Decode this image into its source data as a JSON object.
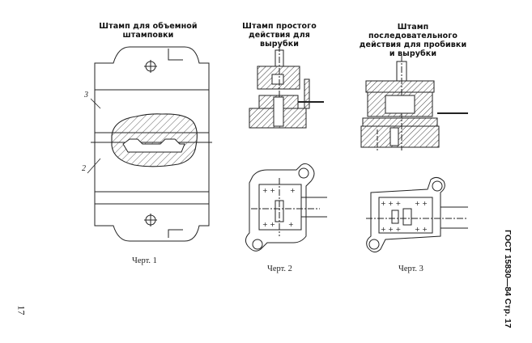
{
  "figures": [
    {
      "title": "Штамп для объемной штамповки",
      "caption": "Черт. 1",
      "callouts": [
        "3",
        "2"
      ]
    },
    {
      "title": "Штамп простого действия для вырубки",
      "caption": "Черт. 2"
    },
    {
      "title": "Штамп последовательного действия для пробивки и вырубки",
      "caption": "Черт. 3"
    }
  ],
  "header": "ГОСТ 15830—84 Стр. 17",
  "page_number": "17"
}
